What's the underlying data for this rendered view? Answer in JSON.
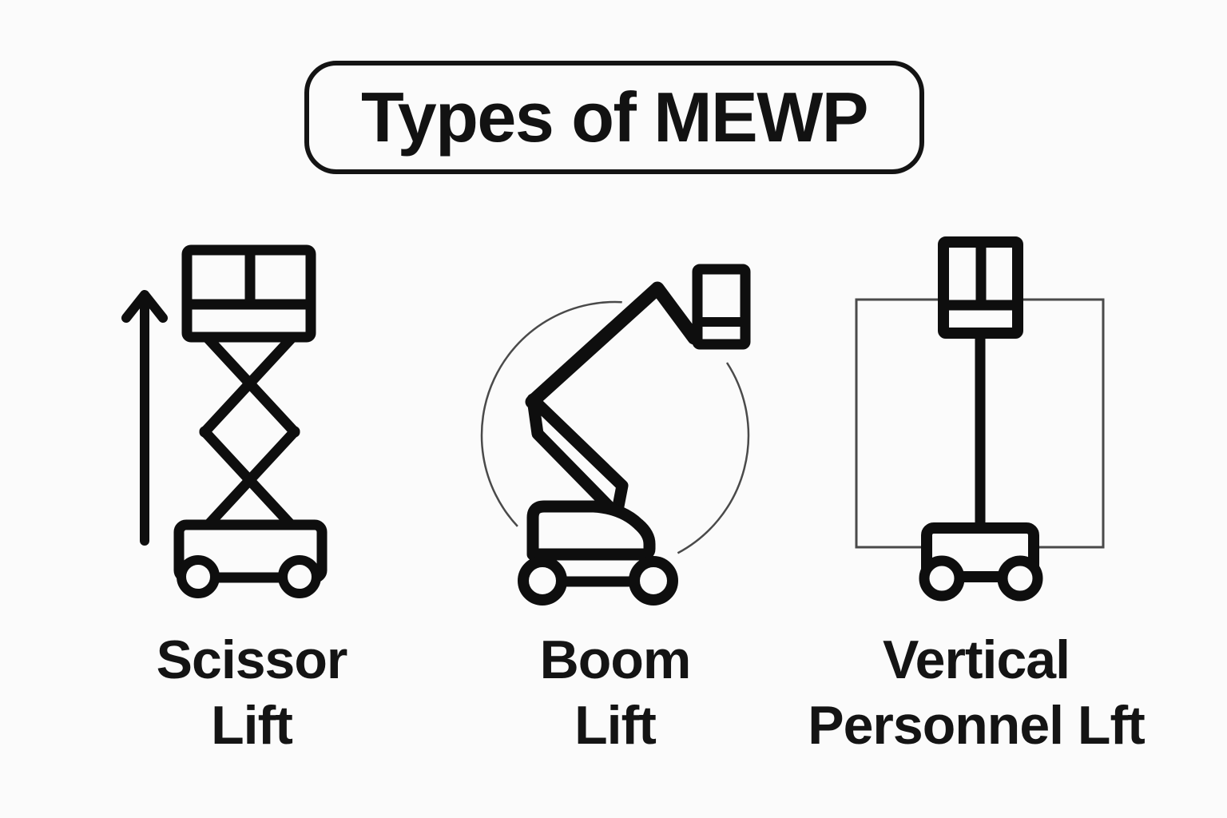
{
  "title": {
    "text": "Types of MEWP"
  },
  "items": [
    {
      "id": "scissor-lift",
      "label": "Scissor\nLift",
      "icon": "scissor-lift-icon"
    },
    {
      "id": "boom-lift",
      "label": "Boom\nLift",
      "icon": "boom-lift-icon"
    },
    {
      "id": "vertical-personnel-lift",
      "label": "Vertical\nPersonnel Lft",
      "icon": "vertical-personnel-lift-icon"
    }
  ],
  "decorations": {
    "arrow": "up-arrow-icon",
    "rotation_arc": "rotation-arc",
    "range_outline": "vertical-range-outline"
  },
  "colors": {
    "background": "#fbfbfb",
    "ink": "#0e0e0e",
    "line_gray": "#4a4a4a"
  }
}
